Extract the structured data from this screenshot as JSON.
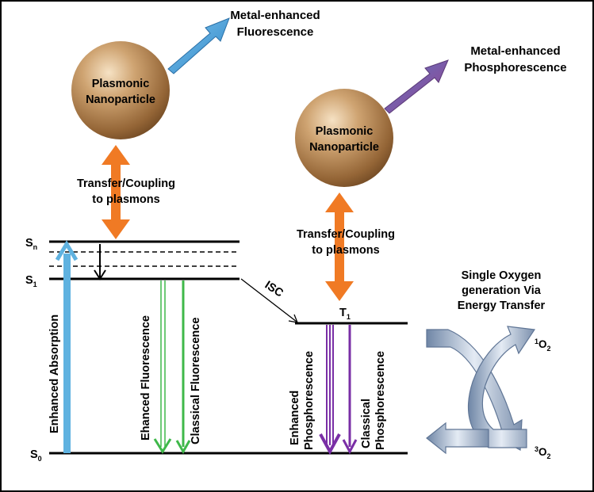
{
  "labels": {
    "metal_enhanced_fluorescence_line1": "Metal-enhanced",
    "metal_enhanced_fluorescence_line2": "Fluorescence",
    "metal_enhanced_phosphorescence_line1": "Metal-enhanced",
    "metal_enhanced_phosphorescence_line2": "Phosphorescence",
    "plasmonic_line1": "Plasmonic",
    "plasmonic_line2": "Nanoparticle",
    "transfer_line1": "Transfer/Coupling",
    "transfer_line2": "to plasmons",
    "isc": "ISC",
    "singlet_oxygen_line1": "Single Oxygen",
    "singlet_oxygen_line2": "generation Via",
    "singlet_oxygen_line3": "Energy Transfer",
    "enhanced_absorption": "Enhanced Absorption",
    "enhanced_fluorescence": "Ehanced Fluorescence",
    "classical_fluorescence": "Classical Fluorescence",
    "enhanced_phosphorescence_line1": "Enhanced",
    "enhanced_phosphorescence_line2": "Phosphorescence",
    "classical_phosphorescence_line1": "Classical",
    "classical_phosphorescence_line2": "Phosphorescence",
    "state_s": "S",
    "sub_n": "n",
    "sub_1": "1",
    "sub_0": "0",
    "state_t": "T",
    "oxygen_singlet_sup": "1",
    "oxygen_triplet_sup": "3",
    "oxygen_o": "O",
    "oxygen_sub": "2"
  },
  "colors": {
    "sphere": "#b98a55",
    "blue_arrow": "#4a9fd8",
    "purple_arrow": "#8a4f9a",
    "orange_arrow": "#f07a24",
    "absorption_arrow": "#5fb2e0",
    "fluorescence_arrow": "#3fb84a",
    "phosphorescence_arrow": "#7a2fa6",
    "curved_arrow": "#9aaec8"
  }
}
